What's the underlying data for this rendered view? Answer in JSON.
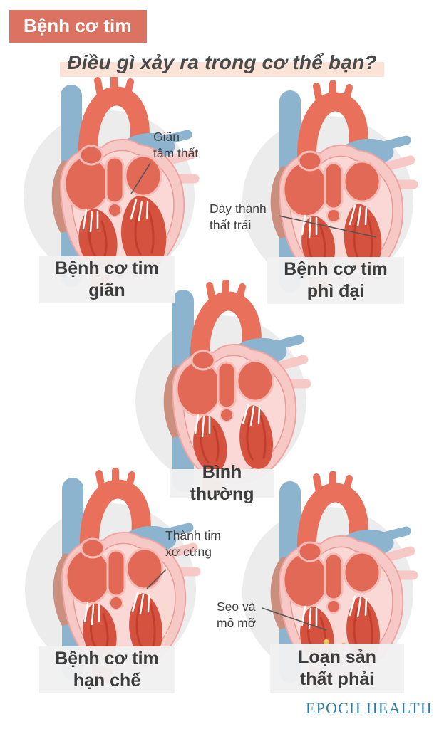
{
  "header": {
    "badge": "Bệnh cơ tim",
    "title": "Điều gì xảy ra trong cơ thể bạn?"
  },
  "hearts": [
    {
      "key": "dilated",
      "caption": "Bệnh cơ tim\ngiãn",
      "annotation": "Giãn\ntâm thất"
    },
    {
      "key": "hypertrophic",
      "caption": "Bệnh cơ tim\nphì đại",
      "annotation": "Dày thành\nthất trái"
    },
    {
      "key": "normal",
      "caption": "Bình thường",
      "annotation": ""
    },
    {
      "key": "restrictive",
      "caption": "Bệnh cơ tim\nhạn chế",
      "annotation": "Thành tim\nxơ cứng"
    },
    {
      "key": "arvd",
      "caption": "Loạn sản\nthất phải",
      "annotation": "Sẹo và\nmô mỡ"
    }
  ],
  "footer": {
    "brand": "EPOCH HEALTH"
  },
  "colors": {
    "badge_bg": "#dc7262",
    "badge_text": "#ffffff",
    "title_text": "#4a4a4a",
    "title_highlight": "#fbe3d8",
    "caption_bg": "rgba(240,240,240,0.96)",
    "caption_text": "#3c3c3c",
    "annotation_text": "#404040",
    "annotation_line": "#565656",
    "footer_text": "#2d7e9e",
    "heart": {
      "circle": "#ececed",
      "blue_vessel": "#8db4ce",
      "red_vessel": "#e9705b",
      "outer_wall": "#f7c9c6",
      "wall_edge": "#efa5a2",
      "inner_wall": "#f9d8d5",
      "inner_edge": "#e89a97",
      "chamber": "#e16955",
      "chamber_edge": "#f6bcb8",
      "muscle": "#d5523e",
      "muscle_dark": "#c23e2d",
      "brown_patch": "#cb8f7e",
      "fat_tissue": "#eec45f",
      "stiff_wall": "#f4e4b4",
      "chordae": "#ffffff"
    }
  }
}
